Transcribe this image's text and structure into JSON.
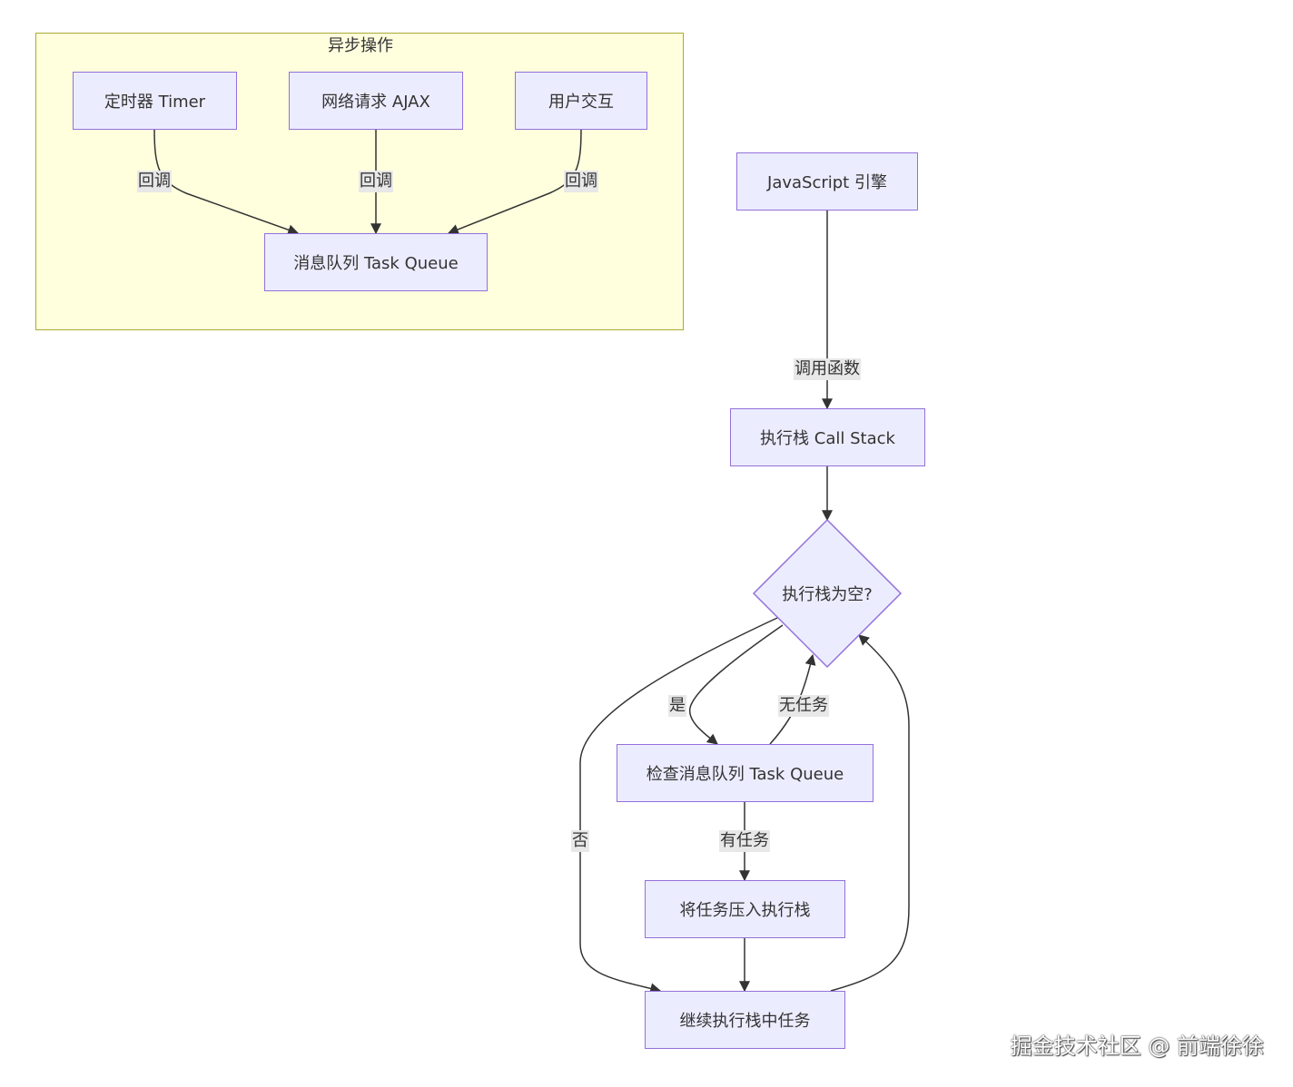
{
  "subgraph": {
    "title": "异步操作"
  },
  "nodes": {
    "timer": "定时器 Timer",
    "ajax": "网络请求 AJAX",
    "user_interaction": "用户交互",
    "task_queue": "消息队列 Task Queue",
    "js_engine": "JavaScript 引擎",
    "call_stack": "执行栈 Call Stack",
    "stack_empty": "执行栈为空?",
    "check_queue": "检查消息队列 Task Queue",
    "push_task": "将任务压入执行栈",
    "continue_task": "继续执行栈中任务"
  },
  "edge_labels": {
    "callback_timer": "回调",
    "callback_ajax": "回调",
    "callback_user": "回调",
    "call_function": "调用函数",
    "yes": "是",
    "no": "否",
    "no_task": "无任务",
    "has_task": "有任务"
  },
  "watermark": "掘金技术社区 @ 前端徐徐",
  "colors": {
    "node_fill": "#ececff",
    "node_border": "#9370db",
    "subgraph_fill": "#ffffde",
    "subgraph_border": "#aaaa33",
    "edge": "#333333",
    "edge_label_bg": "#e8e8e8"
  }
}
